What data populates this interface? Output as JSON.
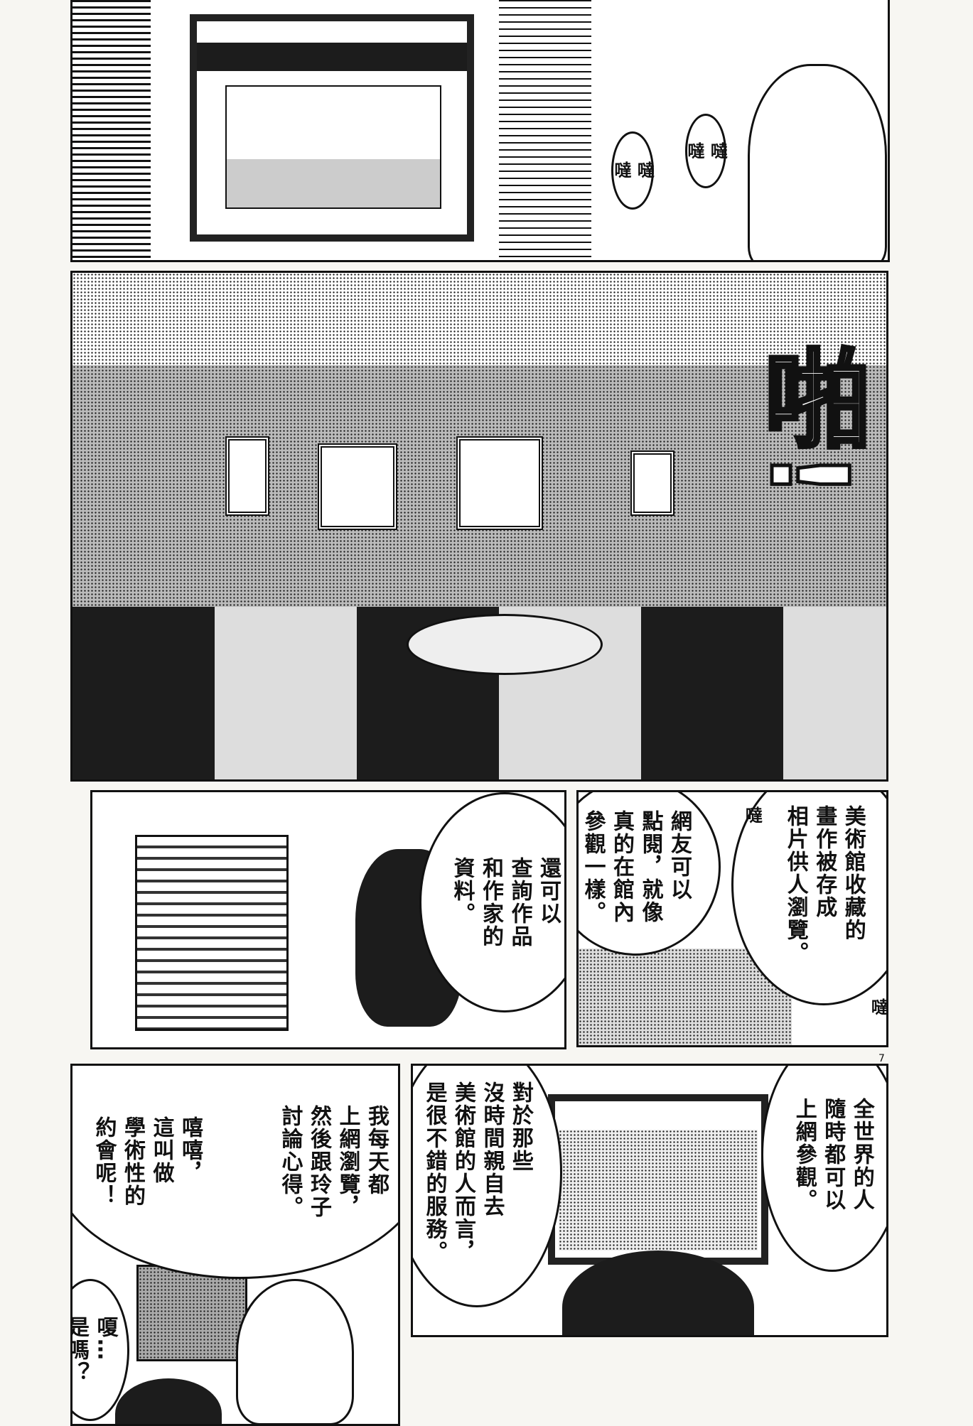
{
  "panels": [
    {
      "id": "p1",
      "bubbles": [
        {
          "text": "噠\n噠"
        },
        {
          "text": "噠\n噠"
        }
      ]
    },
    {
      "id": "p2",
      "sfx": "啪!"
    },
    {
      "id": "p3a",
      "bubbles": [
        {
          "text": "還可以\n查詢作品\n和作家的\n資料。"
        }
      ]
    },
    {
      "id": "p3b",
      "bubbles": [
        {
          "text": "美術館收藏的\n畫作被存成\n相片供人瀏覽。"
        },
        {
          "text": "網友可以\n點閱，就像\n真的在館內\n參觀一樣。"
        }
      ],
      "sfx": [
        "噠",
        "噠"
      ]
    },
    {
      "id": "p4a",
      "bubbles": [
        {
          "text": "我每天都\n上網瀏覽，\n然後跟玲子\n討論心得。"
        },
        {
          "text": "嘻嘻，\n這叫做\n學術性的\n約會呢！"
        },
        {
          "text": "嗄…\n是嗎？"
        }
      ]
    },
    {
      "id": "p4b",
      "bubbles": [
        {
          "text": "全世界的人\n隨時都可以\n上網參觀。"
        },
        {
          "text": "對於那些\n沒時間親自去\n美術館的人而言，\n是很不錯的服務。"
        }
      ]
    }
  ],
  "page_number": "7"
}
